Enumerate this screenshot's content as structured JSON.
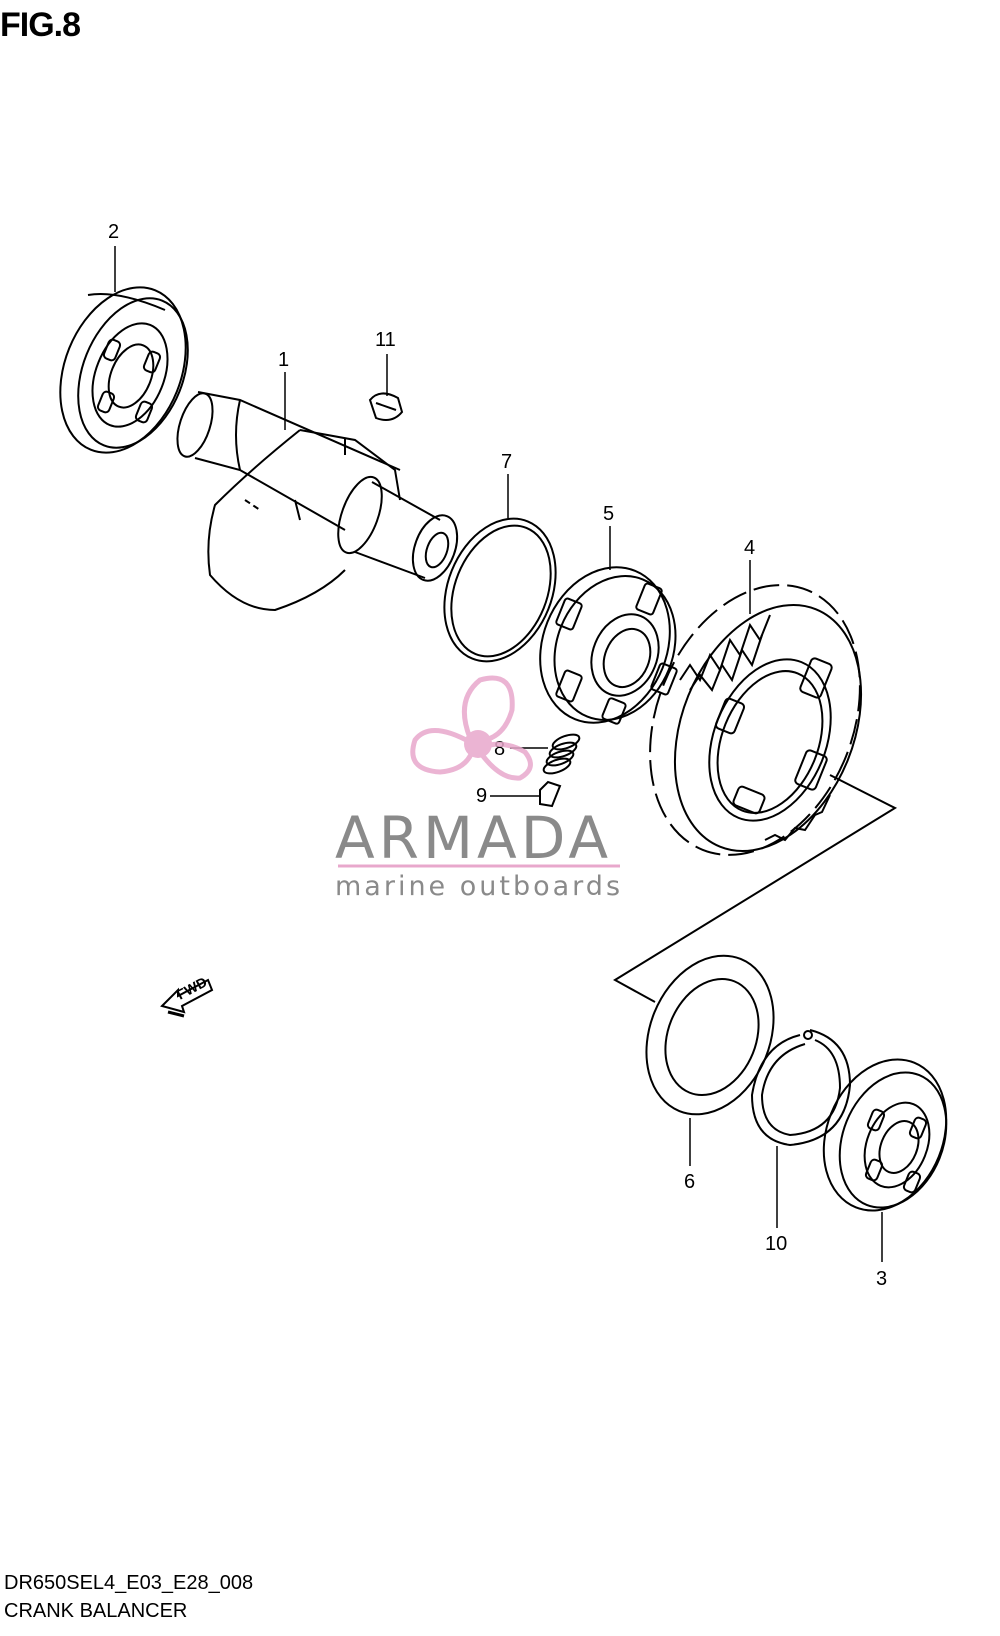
{
  "figure": {
    "title": "FIG.8",
    "code": "DR650SEL4_E03_E28_008",
    "name": "CRANK BALANCER"
  },
  "callouts": {
    "c1": "1",
    "c2": "2",
    "c3": "3",
    "c4": "4",
    "c5": "5",
    "c6": "6",
    "c7": "7",
    "c8": "8",
    "c9": "9",
    "c10": "10",
    "c11": "11"
  },
  "direction": {
    "label": "FWD"
  },
  "watermark": {
    "brand": "ARMADA",
    "tagline": "marine outboards",
    "logo_color": "#e8a8cc",
    "text_color": "#8a8a8a"
  },
  "icons": {
    "fwd_arrow": "fwd-arrow-icon",
    "logo": "propeller-logo-icon"
  }
}
